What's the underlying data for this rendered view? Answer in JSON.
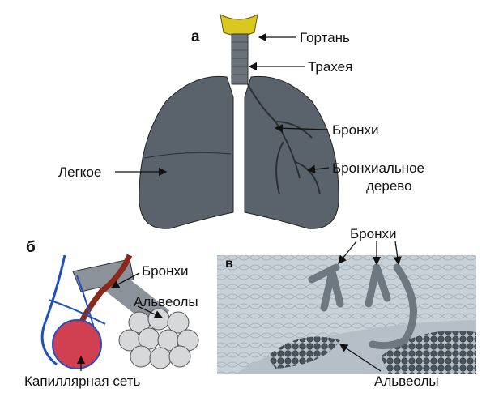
{
  "panel_a": {
    "letter": "а",
    "labels": {
      "larynx": "Гортань",
      "trachea": "Трахея",
      "bronchi": "Бронхи",
      "lung": "Легкое",
      "bronchial_tree_1": "Бронхиальное",
      "bronchial_tree_2": "дерево"
    }
  },
  "panel_b": {
    "letter": "б",
    "labels": {
      "bronchi": "Бронхи",
      "alveoli": "Альвеолы",
      "capillary_network": "Капиллярная сеть"
    }
  },
  "panel_c": {
    "letter": "в",
    "labels": {
      "bronchi": "Бронхи",
      "alveoli": "Альвеолы"
    }
  },
  "colors": {
    "larynx": "#d8c820",
    "lung": "#5a636b",
    "vein": "#2050c0",
    "artery": "#a03020",
    "capillary": "#d04050",
    "panel_bg": "#c9d1d8"
  }
}
